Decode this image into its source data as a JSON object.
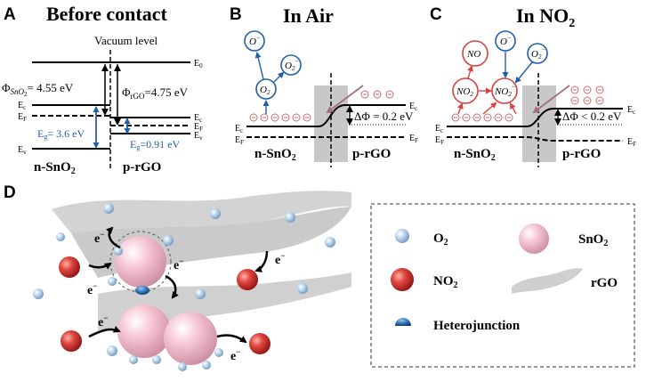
{
  "panels": {
    "a": {
      "letter": "A",
      "title": "Before contact",
      "vacuum_label": "Vacuum level",
      "phi_sno2": "Φ",
      "phi_sno2_sub": "SnO",
      "phi_sno2_value": "= 4.55 eV",
      "phi_rgo": "Φ",
      "phi_rgo_sub": "rGO",
      "phi_rgo_value": "=4.75 eV",
      "eg_left": "E",
      "eg_left_value": "= 3.6 eV",
      "eg_right": "E",
      "eg_right_value": "=0.91 eV",
      "level_e0": "E",
      "level_e0_sub": "0",
      "level_ec": "E",
      "level_ec_sub": "c",
      "level_ef": "E",
      "level_ef_sub": "F",
      "level_ev": "E",
      "level_ev_sub": "v",
      "mat_left": "n-SnO",
      "mat_right": "p-rGO"
    },
    "b": {
      "letter": "B",
      "title": "In Air",
      "delta_phi": "ΔΦ = 0.2 eV",
      "mol_o_minus": "O",
      "mol_o2": "O",
      "mol_o2_minus": "O",
      "ec": "E",
      "ef": "E",
      "mat_left": "n-SnO",
      "mat_right": "p-rGO"
    },
    "c": {
      "letter": "C",
      "title": "In NO",
      "title_sub": "2",
      "delta_phi": "ΔΦ < 0.2 eV",
      "mol_no": "NO",
      "mol_no2": "NO",
      "mol_no2_minus": "NO",
      "mol_o_minus": "O",
      "mol_o2_minus": "O",
      "ec": "E",
      "ef": "E",
      "mat_left": "n-SnO",
      "mat_right": "p-rGO"
    },
    "d": {
      "letter": "D",
      "electron": "e",
      "legend": {
        "o2": "O",
        "o2_sub": "2",
        "no2": "NO",
        "no2_sub": "2",
        "sno2": "SnO",
        "sno2_sub": "2",
        "rgo": "rGO",
        "heterojunction": "Heterojunction"
      }
    }
  },
  "colors": {
    "blue": "#1f5fa8",
    "red": "#d9413f",
    "pink": "#f2b8c6",
    "grey_sheet": "#cfcfcf",
    "o2_ball": "#a9c8e6"
  }
}
